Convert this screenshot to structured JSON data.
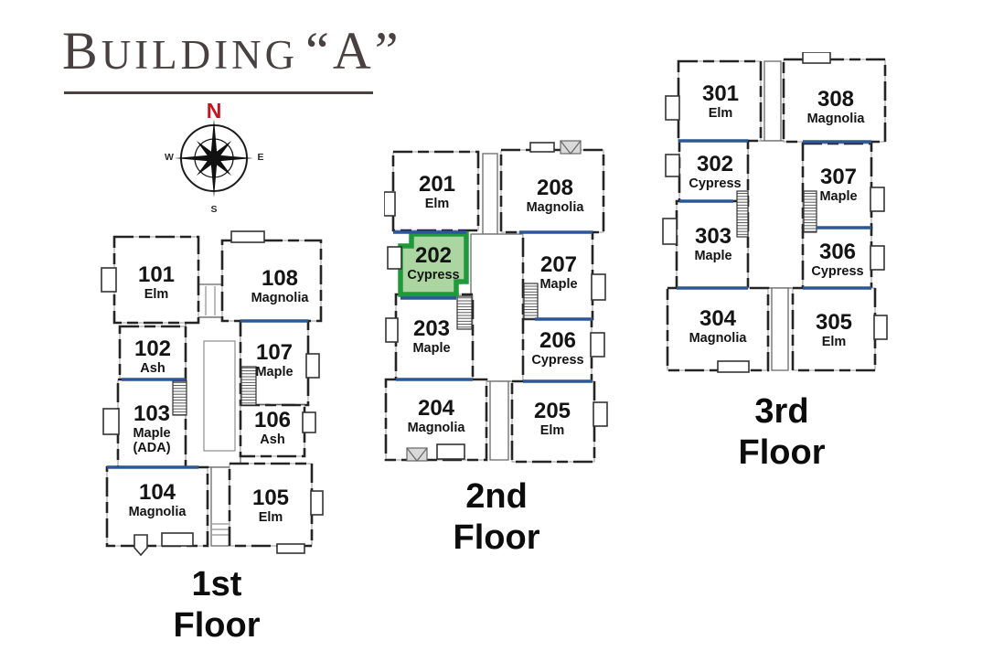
{
  "title": {
    "initial": "B",
    "rest": "UILDING",
    "unit_letter": "“A”"
  },
  "compass": {
    "north": "N",
    "east": "E",
    "south": "S",
    "west": "W"
  },
  "floors": [
    {
      "id": "1st-floor",
      "label_line1": "1st",
      "label_line2": "Floor",
      "units": [
        {
          "number": "101",
          "name": "Elm"
        },
        {
          "number": "102",
          "name": "Ash"
        },
        {
          "number": "103",
          "name": "Maple",
          "suffix": "(ADA)"
        },
        {
          "number": "104",
          "name": "Magnolia"
        },
        {
          "number": "105",
          "name": "Elm"
        },
        {
          "number": "106",
          "name": "Ash"
        },
        {
          "number": "107",
          "name": "Maple"
        },
        {
          "number": "108",
          "name": "Magnolia"
        }
      ]
    },
    {
      "id": "2nd-floor",
      "label_line1": "2nd",
      "label_line2": "Floor",
      "units": [
        {
          "number": "201",
          "name": "Elm"
        },
        {
          "number": "202",
          "name": "Cypress",
          "highlighted": true
        },
        {
          "number": "203",
          "name": "Maple"
        },
        {
          "number": "204",
          "name": "Magnolia"
        },
        {
          "number": "205",
          "name": "Elm"
        },
        {
          "number": "206",
          "name": "Cypress"
        },
        {
          "number": "207",
          "name": "Maple"
        },
        {
          "number": "208",
          "name": "Magnolia"
        }
      ]
    },
    {
      "id": "3rd-floor",
      "label_line1": "3rd",
      "label_line2": "Floor",
      "units": [
        {
          "number": "301",
          "name": "Elm"
        },
        {
          "number": "302",
          "name": "Cypress"
        },
        {
          "number": "303",
          "name": "Maple"
        },
        {
          "number": "304",
          "name": "Magnolia"
        },
        {
          "number": "305",
          "name": "Elm"
        },
        {
          "number": "306",
          "name": "Cypress"
        },
        {
          "number": "307",
          "name": "Maple"
        },
        {
          "number": "308",
          "name": "Magnolia"
        }
      ]
    }
  ],
  "highlight": {
    "unit": "202",
    "fill": "#abd6a1",
    "border": "#1f9a3a"
  },
  "colors": {
    "wall": "#242424",
    "entry_line": "#2b5797",
    "north_red": "#c3151c",
    "title": "#494140"
  }
}
